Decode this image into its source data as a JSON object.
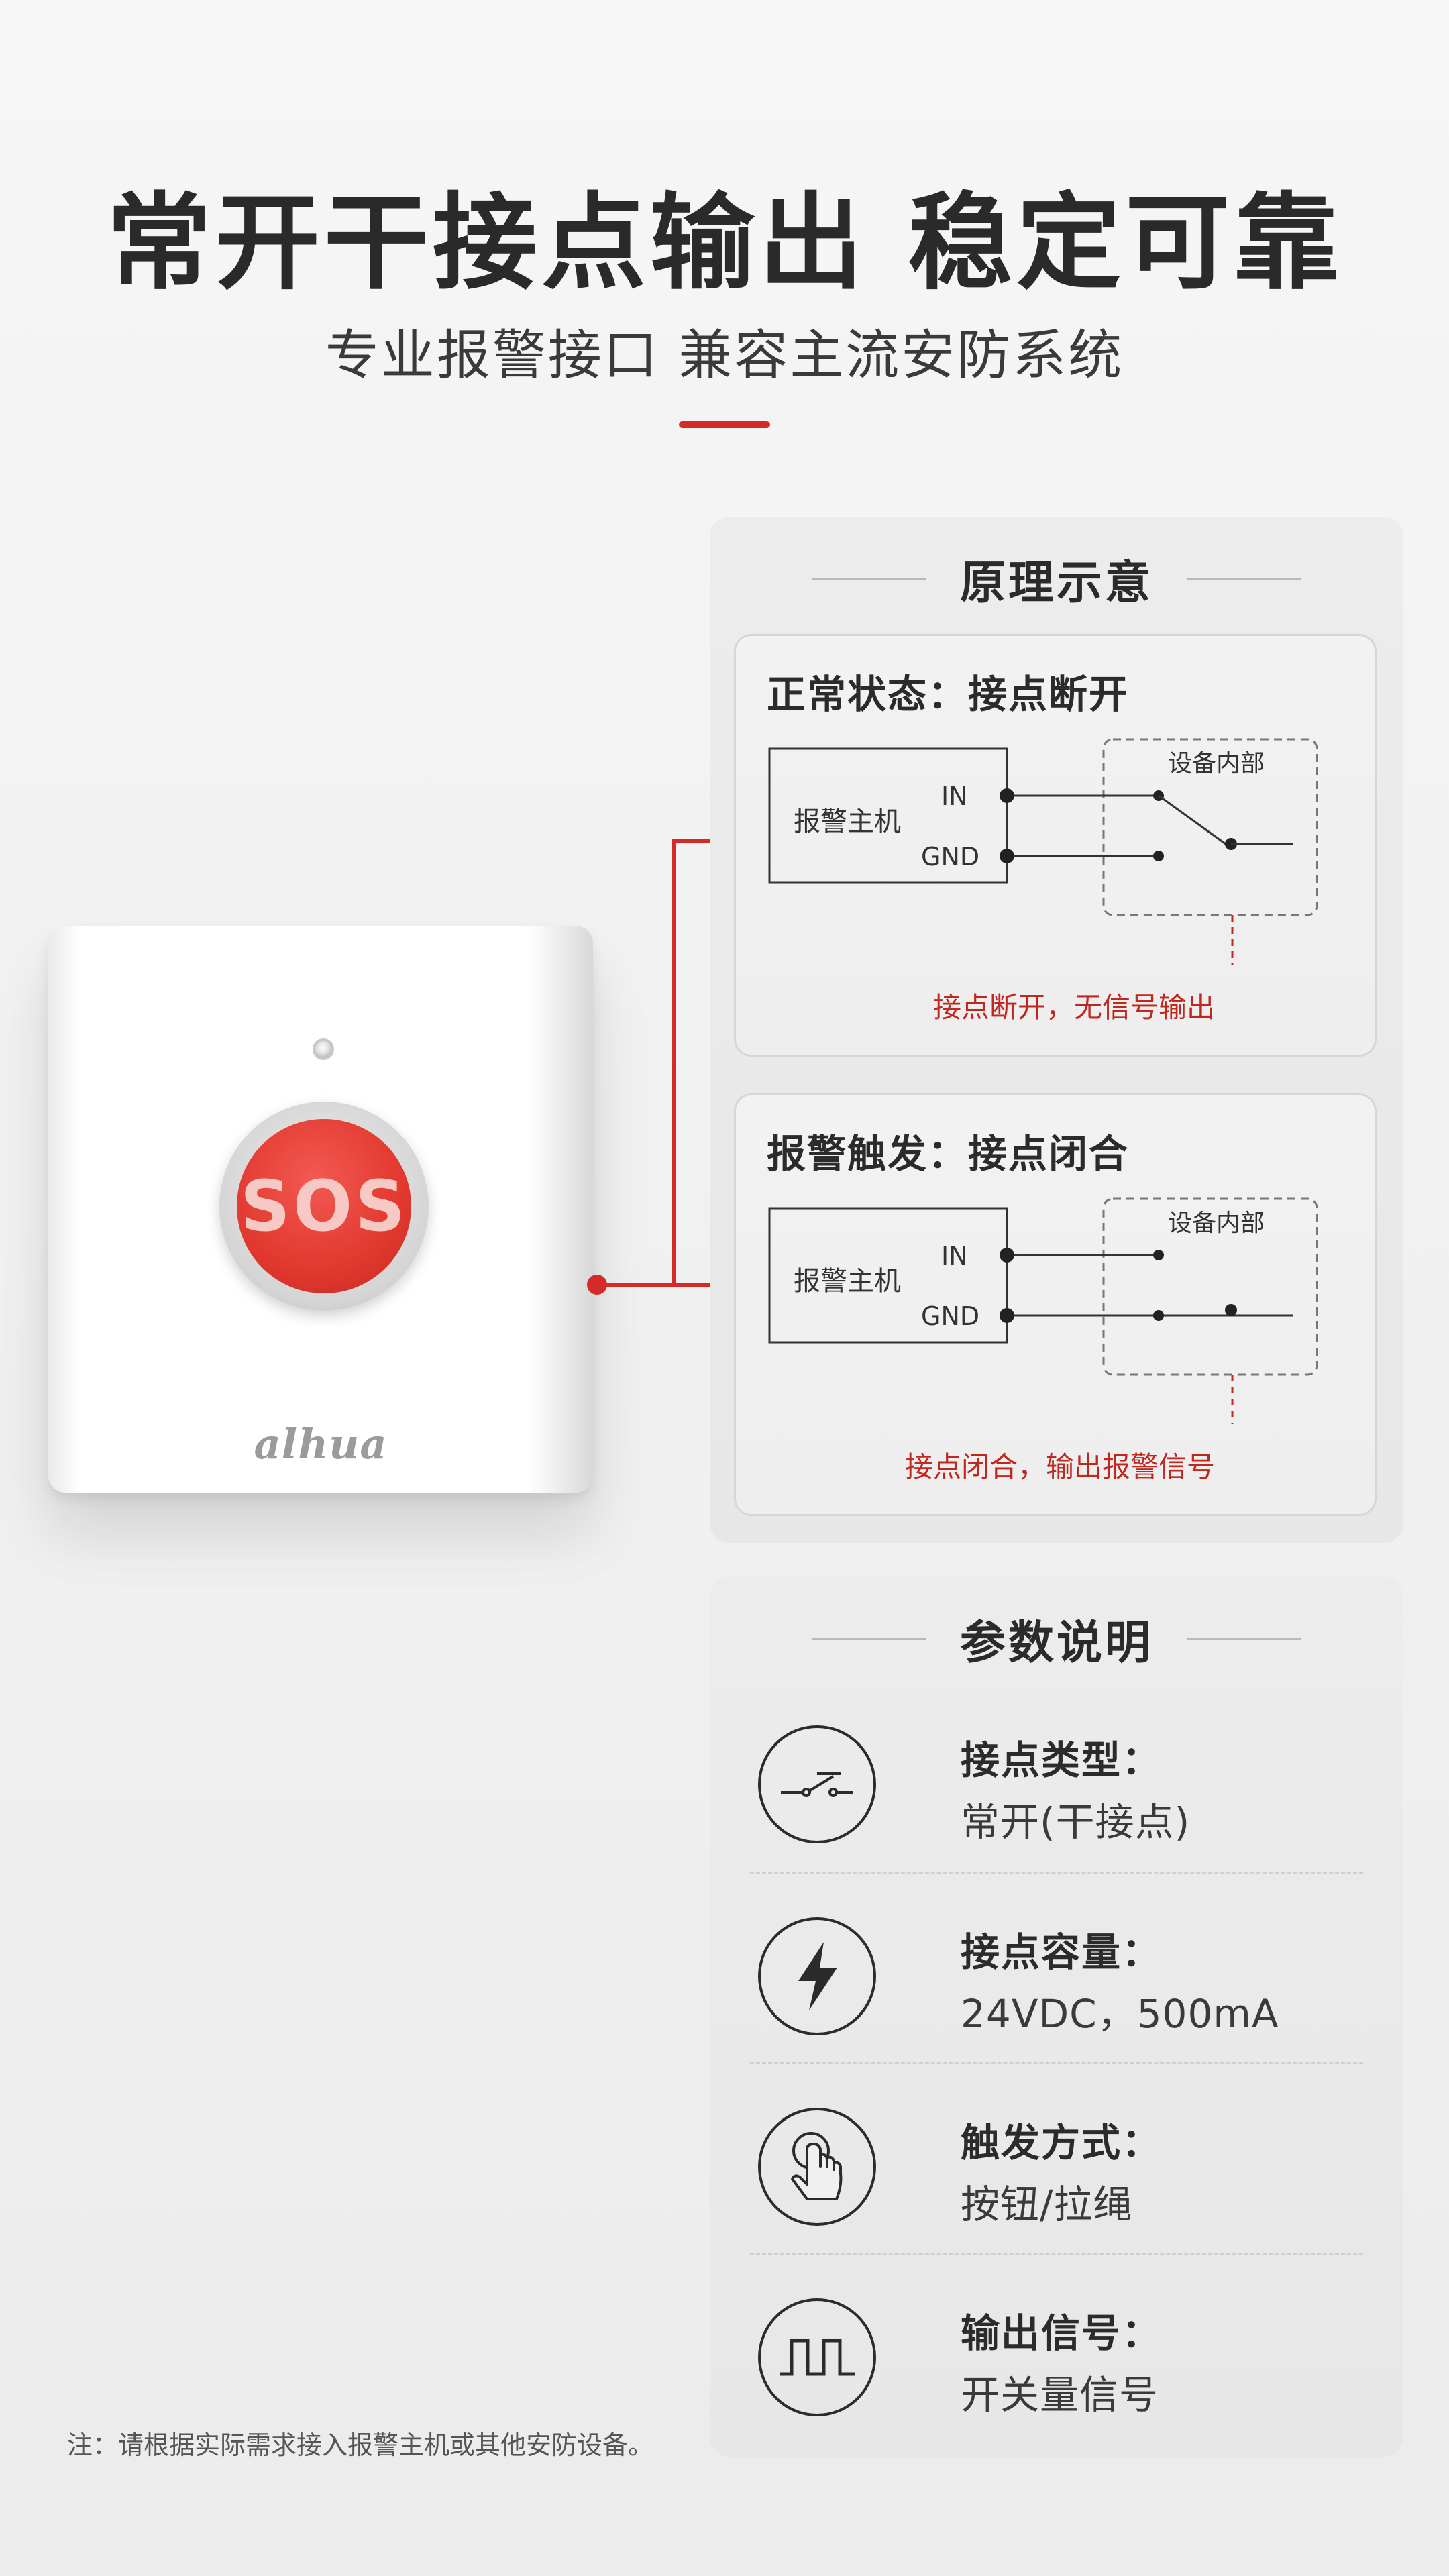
{
  "header": {
    "headline": "常开干接点输出 稳定可靠",
    "subline": "专业报警接口 兼容主流安防系统"
  },
  "principle": {
    "title": "原理示意",
    "open_state": {
      "title": "正常状态：接点断开",
      "host_label": "报警主机",
      "in_label": "IN",
      "gnd_label": "GND",
      "device_label": "设备内部",
      "note": "接点断开，无信号输出"
    },
    "closed_state": {
      "title": "报警触发：接点闭合",
      "host_label": "报警主机",
      "in_label": "IN",
      "gnd_label": "GND",
      "device_label": "设备内部",
      "note": "接点闭合，输出报警信号"
    }
  },
  "device": {
    "button_label": "SOS",
    "brand": "alhua"
  },
  "params": {
    "title": "参数说明",
    "items": [
      {
        "label": "接点类型：",
        "value": "常开(干接点)",
        "icon": "switch-icon"
      },
      {
        "label": "接点容量：",
        "value": "24VDC，500mA",
        "icon": "lightning-icon"
      },
      {
        "label": "触发方式：",
        "value": "按钮/拉绳",
        "icon": "hand-press-icon"
      },
      {
        "label": "输出信号：",
        "value": "开关量信号",
        "icon": "square-wave-icon"
      }
    ]
  },
  "footnote": "注：请根据实际需求接入报警主机或其他安防设备。",
  "colors": {
    "accent": "#d42a28",
    "note_red": "#c0281f",
    "text": "#2b2b2b"
  }
}
